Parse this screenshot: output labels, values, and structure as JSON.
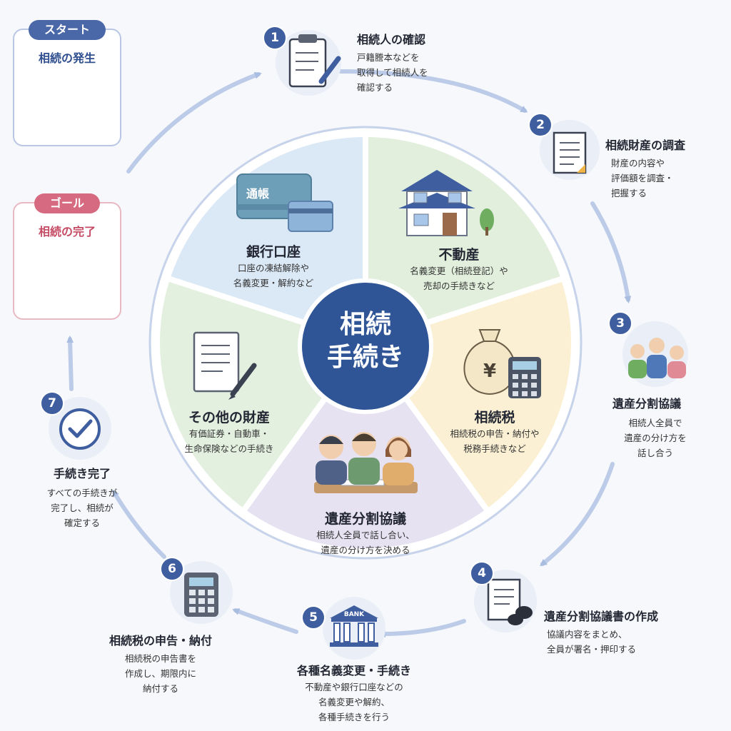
{
  "start": {
    "badge": "スタート",
    "title": "相続の発生",
    "icon": "memorial-portrait-icon"
  },
  "goal": {
    "badge": "ゴール",
    "title": "相続の完了",
    "icon": "house-sparkle-icon"
  },
  "hub": {
    "line1": "相続",
    "line2": "手続き"
  },
  "segments": [
    {
      "title": "銀行口座",
      "desc": [
        "口座の凍結解除や",
        "名義変更・解約など"
      ],
      "icon_label": "通帳",
      "icon": "bankbook-card-icon",
      "color": "#dbe8f6"
    },
    {
      "title": "不動産",
      "desc": [
        "名義変更（相続登記）や",
        "売却の手続きなど"
      ],
      "icon": "house-icon",
      "color": "#e1efdc"
    },
    {
      "title": "相続税",
      "desc": [
        "相続税の申告・納付や",
        "税務手続きなど"
      ],
      "icon_label": "¥",
      "icon": "money-bag-calculator-icon",
      "color": "#fbf0d3"
    },
    {
      "title": "遺産分割協議",
      "desc": [
        "相続人全員で話し合い、",
        "遺産の分け方を決める"
      ],
      "icon": "family-meeting-icon",
      "color": "#e6e2f2"
    },
    {
      "title": "その他の財産",
      "desc": [
        "有価証券・自動車・",
        "生命保険などの手続き"
      ],
      "icon": "document-pen-icon",
      "color": "#e3f0e0"
    }
  ],
  "steps": [
    {
      "num": "1",
      "title": "相続人の確認",
      "desc": [
        "戸籍謄本などを",
        "取得して相続人を",
        "確認する"
      ],
      "icon": "clipboard-pen-icon"
    },
    {
      "num": "2",
      "title": "相続財産の調査",
      "desc": [
        "財産の内容や",
        "評価額を調査・",
        "把握する"
      ],
      "icon": "document-icon"
    },
    {
      "num": "3",
      "title": "遺産分割協議",
      "desc": [
        "相続人全員で",
        "遺産の分け方を",
        "話し合う"
      ],
      "icon": "people-icon"
    },
    {
      "num": "4",
      "title": "遺産分割協議書の作成",
      "desc": [
        "協議内容をまとめ、",
        "全員が署名・押印する"
      ],
      "icon": "document-seal-icon"
    },
    {
      "num": "5",
      "title": "各種名義変更・手続き",
      "desc": [
        "不動産や銀行口座などの",
        "名義変更や解約、",
        "各種手続きを行う"
      ],
      "icon_label": "BANK",
      "icon": "bank-icon"
    },
    {
      "num": "6",
      "title": "相続税の申告・納付",
      "desc": [
        "相続税の申告書を",
        "作成し、期限内に",
        "納付する"
      ],
      "icon": "calculator-icon"
    },
    {
      "num": "7",
      "title": "手続き完了",
      "desc": [
        "すべての手続きが",
        "完了し、相続が",
        "確定する"
      ],
      "icon": "check-circle-icon"
    }
  ],
  "colors": {
    "accent": "#3f5e9f",
    "hub": "#2f5597",
    "arrow": "#a9bde0",
    "start": "#4a67a8",
    "goal": "#d56a80"
  }
}
